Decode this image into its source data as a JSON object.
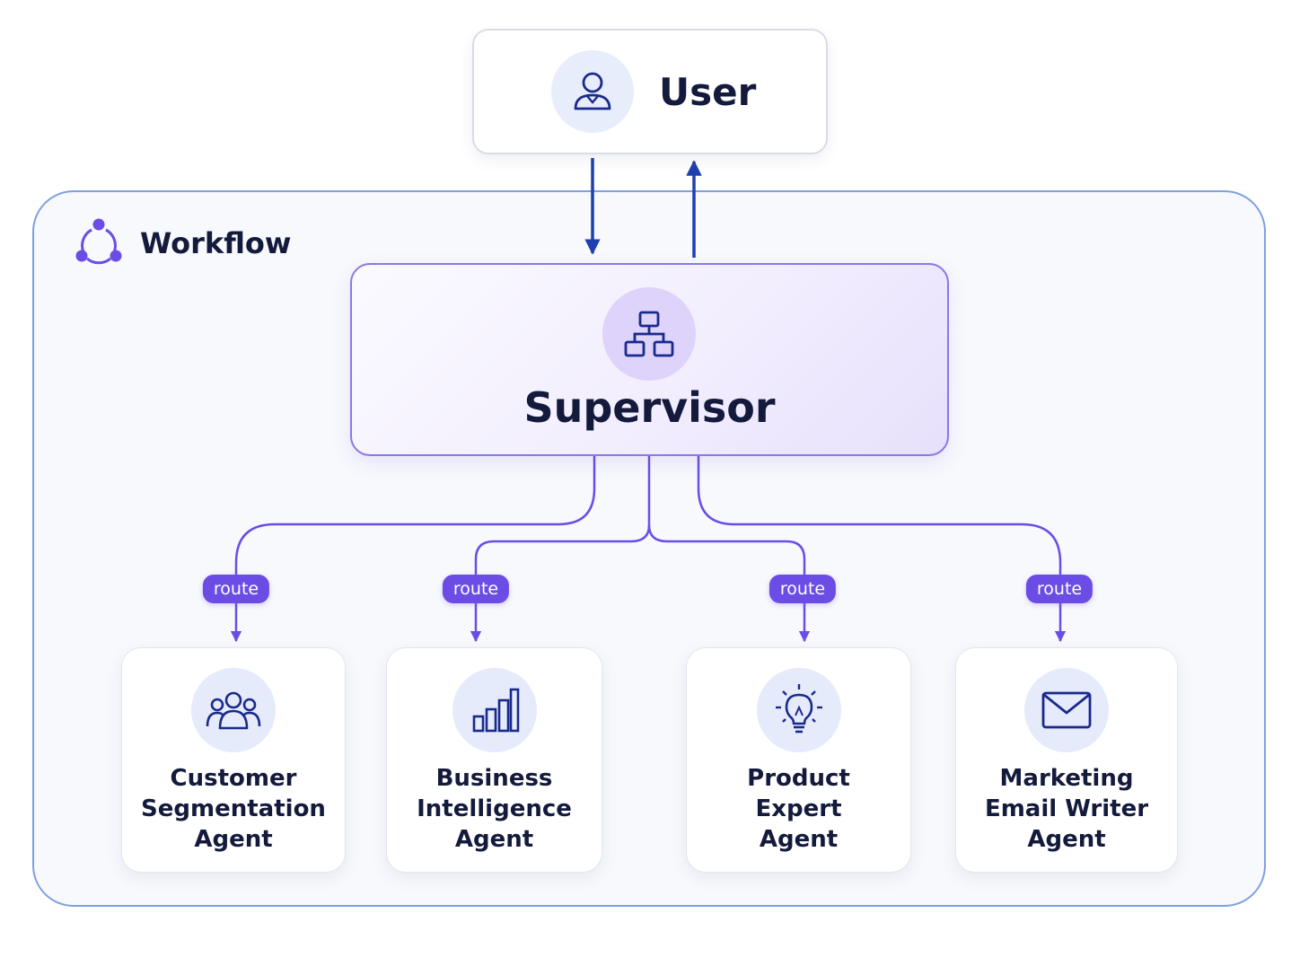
{
  "user": {
    "label": "User",
    "icon": "user-icon"
  },
  "workflow": {
    "title": "Workflow",
    "icon": "cycle-icon"
  },
  "supervisor": {
    "label": "Supervisor",
    "icon": "hierarchy-icon"
  },
  "route_label": "route",
  "agents": [
    {
      "lines": [
        "Customer",
        "Segmentation",
        "Agent"
      ],
      "icon": "users-group-icon"
    },
    {
      "lines": [
        "Business",
        "Intelligence",
        "Agent"
      ],
      "icon": "bar-chart-icon"
    },
    {
      "lines": [
        "Product",
        "Expert",
        "Agent"
      ],
      "icon": "lightbulb-icon"
    },
    {
      "lines": [
        "Marketing",
        "Email Writer",
        "Agent"
      ],
      "icon": "envelope-icon"
    }
  ],
  "colors": {
    "navy_text": "#141a3c",
    "user_arrows": "#1f3fae",
    "route_lines": "#6b4de6",
    "frame_border": "#7ea0e0",
    "icon_stroke": "#1a2a8c"
  }
}
